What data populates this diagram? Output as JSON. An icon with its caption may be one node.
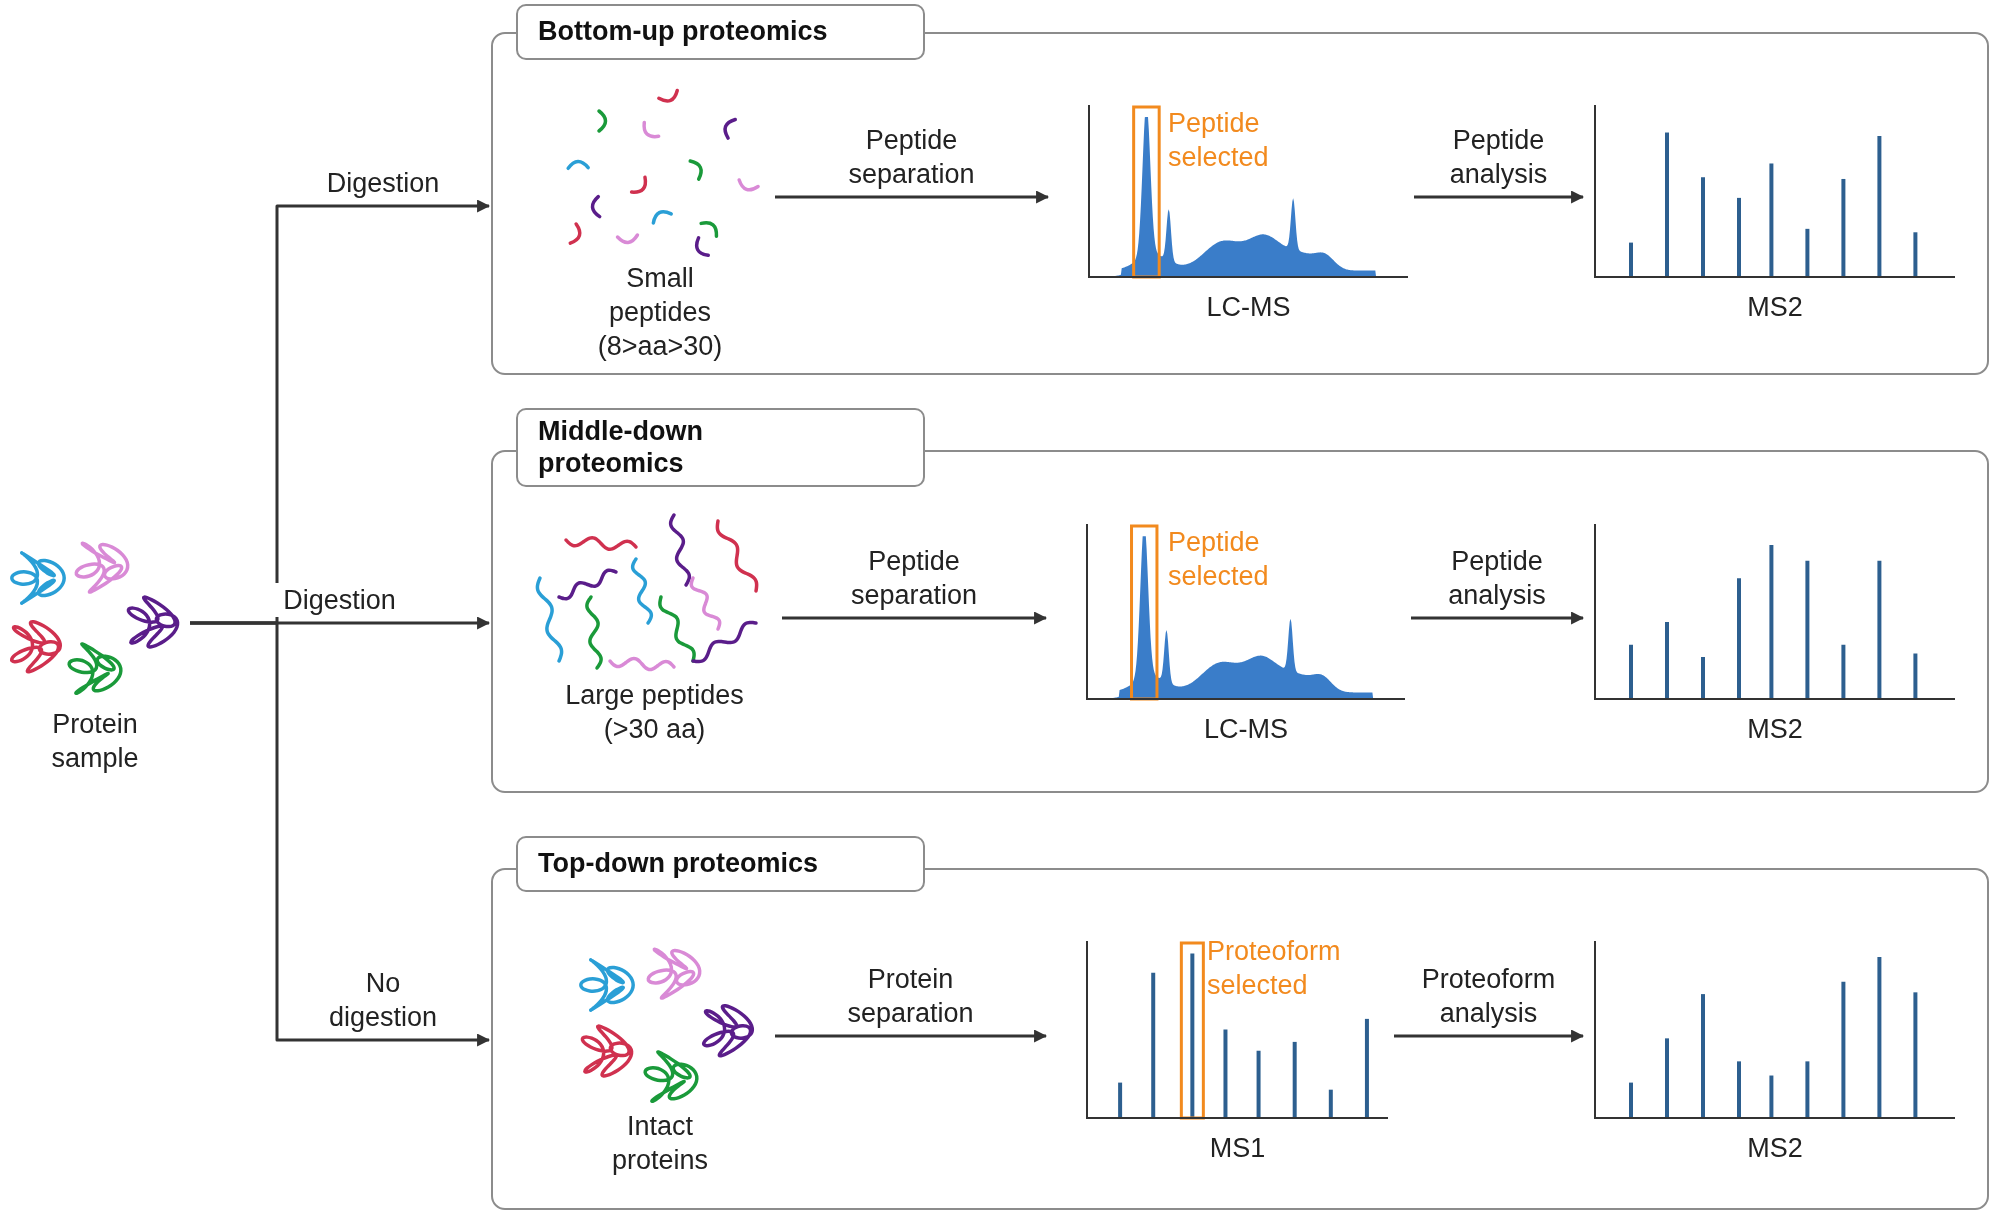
{
  "diagram": {
    "nodes": [
      {
        "text": [
          "Protein sample"
        ]
      },
      {
        "text": [
          "Bottom-up proteomics"
        ]
      },
      {
        "text": [
          "Small peptides (8>aa>30)"
        ],
        "in": 1
      },
      {
        "text": [
          "Peptide selected",
          "LC-MS"
        ],
        "in": 1
      },
      {
        "text": [
          "MS2"
        ],
        "in": 1
      },
      {
        "text": [
          "Middle-down proteomics"
        ]
      },
      {
        "text": [
          "Large peptides (>30 aa)"
        ],
        "in": 5
      },
      {
        "text": [
          "Peptide selected",
          "LC-MS"
        ],
        "in": 5
      },
      {
        "text": [
          "MS2"
        ],
        "in": 5
      },
      {
        "text": [
          "Top-down proteomics"
        ]
      },
      {
        "text": [
          "Intact proteins"
        ],
        "in": 9
      },
      {
        "text": [
          "Proteoform selected",
          "MS1"
        ],
        "in": 9
      },
      {
        "text": [
          "MS2"
        ],
        "in": 9
      }
    ],
    "edges": [
      {
        "from": 0,
        "to": 1,
        "label": "Digestion",
        "arrow": "to"
      },
      {
        "from": 0,
        "to": 5,
        "label": "Digestion",
        "arrow": "to"
      },
      {
        "from": 0,
        "to": 9,
        "label": "No digestion",
        "arrow": "to"
      },
      {
        "from": 2,
        "to": 3,
        "label": "Peptide separation",
        "arrow": "to"
      },
      {
        "from": 3,
        "to": 4,
        "label": "Peptide analysis",
        "arrow": "to"
      },
      {
        "from": 6,
        "to": 7,
        "label": "Peptide separation",
        "arrow": "to"
      },
      {
        "from": 7,
        "to": 8,
        "label": "Peptide analysis",
        "arrow": "to"
      },
      {
        "from": 10,
        "to": 11,
        "label": "Protein separation",
        "arrow": "to"
      },
      {
        "from": 11,
        "to": 12,
        "label": "Proteoform analysis",
        "arrow": "to"
      }
    ]
  }
}
